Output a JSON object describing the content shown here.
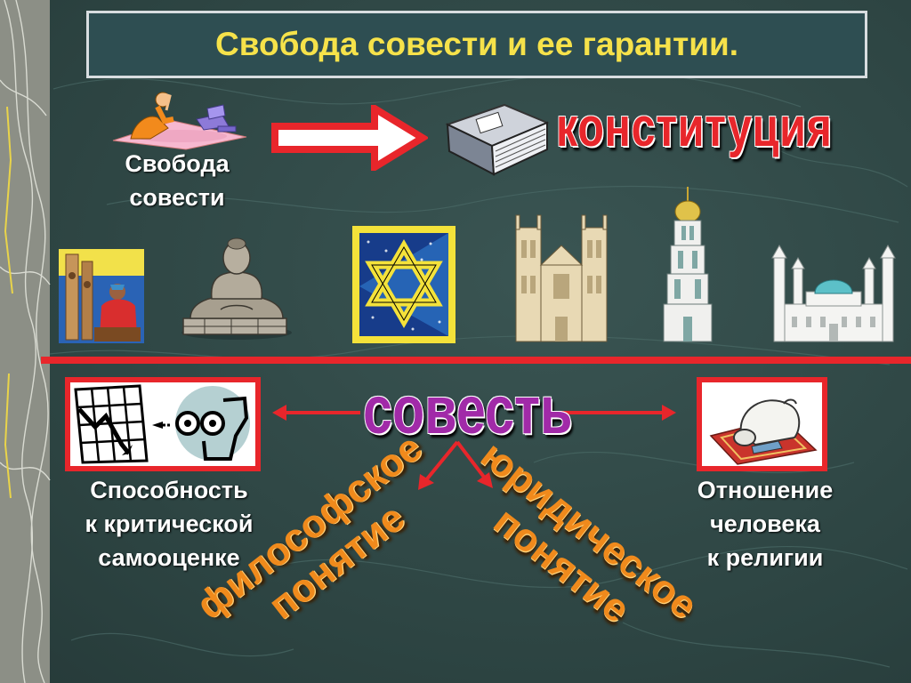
{
  "title": "Свобода совести и ее гарантии.",
  "freedom_label_line1": "Свобода",
  "freedom_label_line2": "совести",
  "constitution_wordart": "конституция",
  "conscience_wordart": "совесть",
  "left_caption": [
    "Способность",
    "к критической",
    "самооценке"
  ],
  "right_caption": [
    "Отношение",
    "человека",
    "к религии"
  ],
  "philosophical_wordart": [
    "философское",
    "понятие"
  ],
  "legal_wordart": [
    "юридическое",
    "понятие"
  ],
  "colors": {
    "background": "#2f4a48",
    "title_text": "#f6e24a",
    "accent_red": "#e8262b",
    "wordart_purple": "#a12aa8",
    "wordart_orange": "#f08a1c"
  },
  "icons": [
    "thinking-man-clipart",
    "right-arrow-icon",
    "book-icon",
    "totem-carver-clipart",
    "buddha-statue-clipart",
    "star-of-david-icon",
    "cathedral-clipart",
    "orthodox-bell-tower-clipart",
    "mosque-clipart",
    "chart-and-face-icon",
    "praying-man-icon"
  ]
}
